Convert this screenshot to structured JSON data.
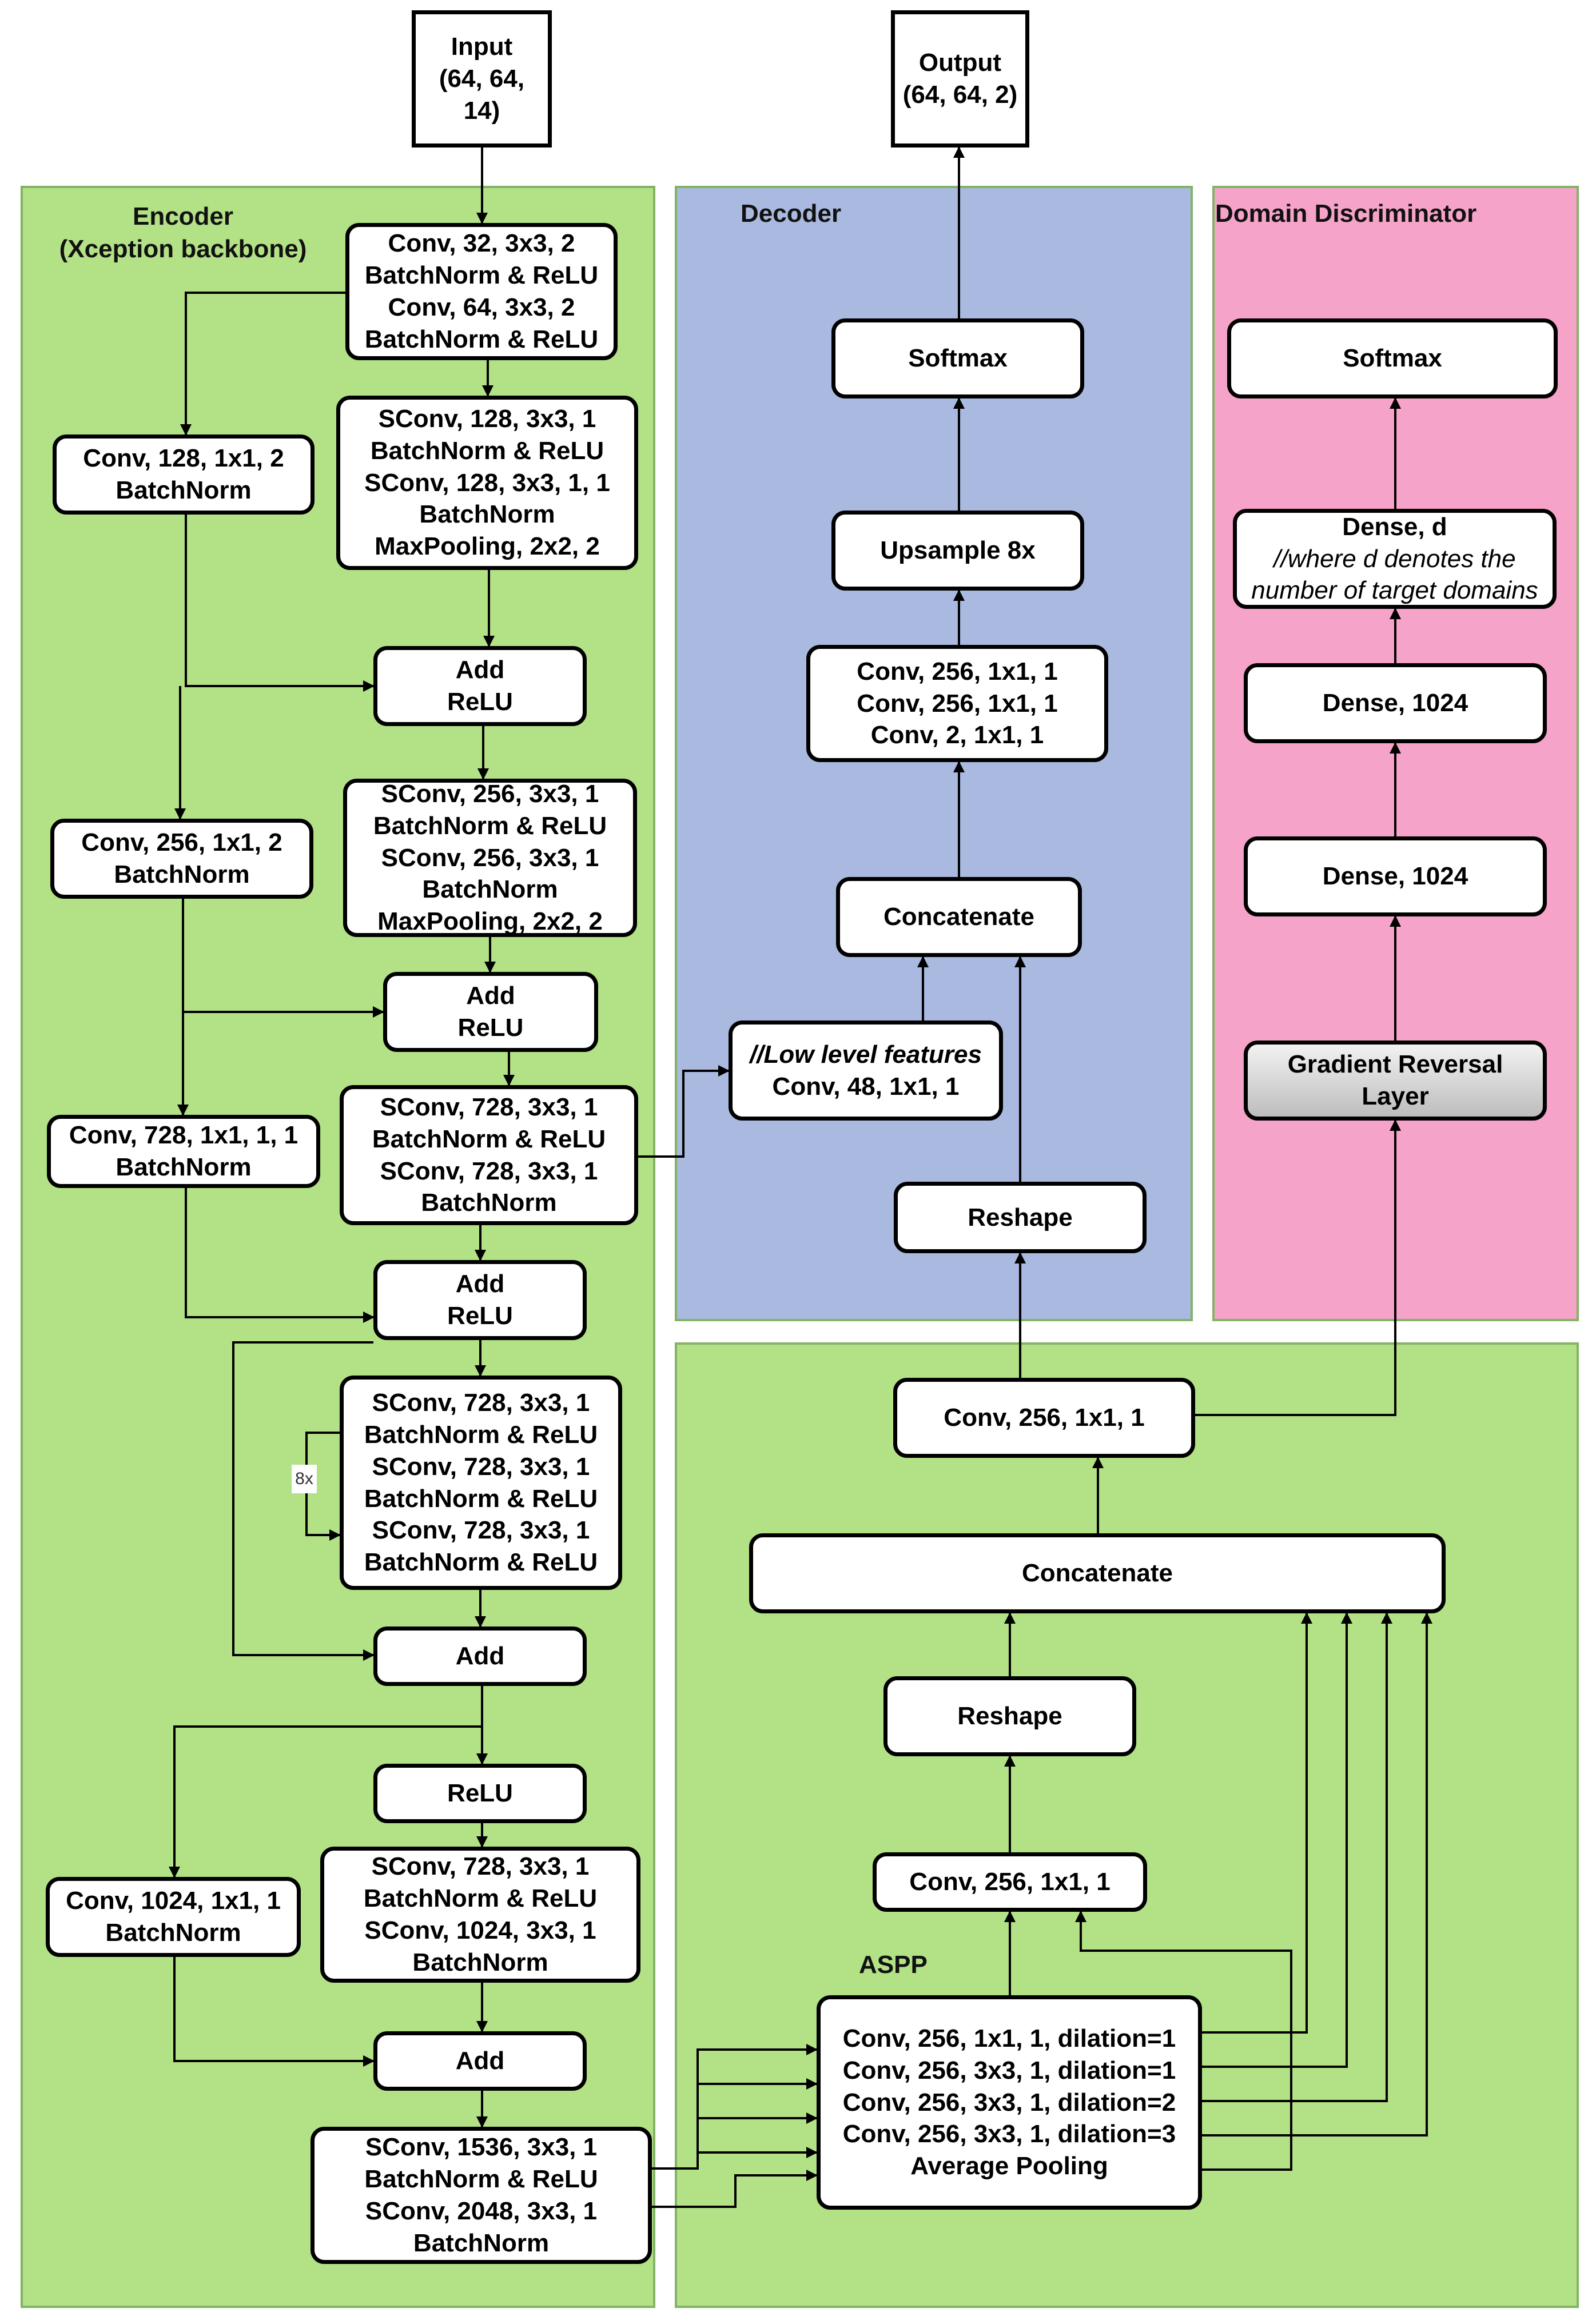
{
  "regions": {
    "encoder": [
      "Encoder",
      "(Xception backbone)"
    ],
    "decoder": "Decoder",
    "discriminator": "Domain Discriminator",
    "aspp": "ASPP"
  },
  "repeat_tag": "8x",
  "io": {
    "input": [
      "Input",
      "(64, 64,",
      "14)"
    ],
    "output": [
      "Output",
      "(64, 64, 2)"
    ]
  },
  "encoder": {
    "entry_conv": [
      "Conv, 32, 3x3, 2",
      "BatchNorm & ReLU",
      "Conv, 64, 3x3, 2",
      "BatchNorm & ReLU"
    ],
    "skip_1": [
      "Conv, 128, 1x1, 2",
      "BatchNorm"
    ],
    "sconv_block_1": [
      "SConv, 128, 3x3, 1",
      "BatchNorm & ReLU",
      "SConv, 128, 3x3, 1, 1",
      "BatchNorm",
      "MaxPooling, 2x2, 2"
    ],
    "add_relu_1": [
      "Add",
      "ReLU"
    ],
    "skip_2": [
      "Conv, 256, 1x1, 2",
      "BatchNorm"
    ],
    "sconv_block_2": [
      "SConv, 256, 3x3, 1",
      "BatchNorm & ReLU",
      "SConv, 256, 3x3, 1",
      "BatchNorm",
      "MaxPooling, 2x2, 2"
    ],
    "add_relu_2": [
      "Add",
      "ReLU"
    ],
    "skip_3": [
      "Conv, 728, 1x1, 1, 1",
      "BatchNorm"
    ],
    "sconv_block_3": [
      "SConv, 728, 3x3, 1",
      "BatchNorm & ReLU",
      "SConv, 728, 3x3, 1",
      "BatchNorm"
    ],
    "add_relu_3": [
      "Add",
      "ReLU"
    ],
    "middle_block": [
      "SConv, 728, 3x3, 1",
      "BatchNorm & ReLU",
      "SConv, 728, 3x3, 1",
      "BatchNorm & ReLU",
      "SConv, 728, 3x3, 1",
      "BatchNorm & ReLU"
    ],
    "add_4": [
      "Add"
    ],
    "relu_5": [
      "ReLU"
    ],
    "skip_5": [
      "Conv, 1024, 1x1, 1",
      "BatchNorm"
    ],
    "exit_block_1": [
      "SConv, 728, 3x3, 1",
      "BatchNorm & ReLU",
      "SConv, 1024, 3x3, 1",
      "BatchNorm"
    ],
    "add_5": [
      "Add"
    ],
    "exit_block_2": [
      "SConv, 1536, 3x3, 1",
      "BatchNorm & ReLU",
      "SConv, 2048, 3x3, 1",
      "BatchNorm"
    ]
  },
  "aspp": {
    "branches": [
      "Conv, 256, 1x1, 1, dilation=1",
      "Conv, 256, 3x3, 1, dilation=1",
      "Conv, 256, 3x3, 1, dilation=2",
      "Conv, 256, 3x3, 1, dilation=3",
      "Average Pooling"
    ],
    "pool_conv": [
      "Conv, 256, 1x1, 1"
    ],
    "reshape": [
      "Reshape"
    ],
    "concat": [
      "Concatenate"
    ],
    "out_conv": [
      "Conv, 256, 1x1, 1"
    ]
  },
  "decoder": {
    "low_level": [
      "//Low level features",
      "Conv, 48, 1x1, 1"
    ],
    "reshape": [
      "Reshape"
    ],
    "concat": [
      "Concatenate"
    ],
    "convs": [
      "Conv, 256, 1x1, 1",
      "Conv, 256, 1x1, 1",
      "Conv, 2, 1x1, 1"
    ],
    "upsample": [
      "Upsample 8x"
    ],
    "softmax": [
      "Softmax"
    ]
  },
  "discriminator": {
    "grl": [
      "Gradient Reversal",
      "Layer"
    ],
    "dense_1": [
      "Dense, 1024"
    ],
    "dense_2": [
      "Dense, 1024"
    ],
    "dense_d": [
      "Dense, d",
      "//where d denotes the",
      "number of target domains"
    ],
    "softmax": [
      "Softmax"
    ]
  }
}
